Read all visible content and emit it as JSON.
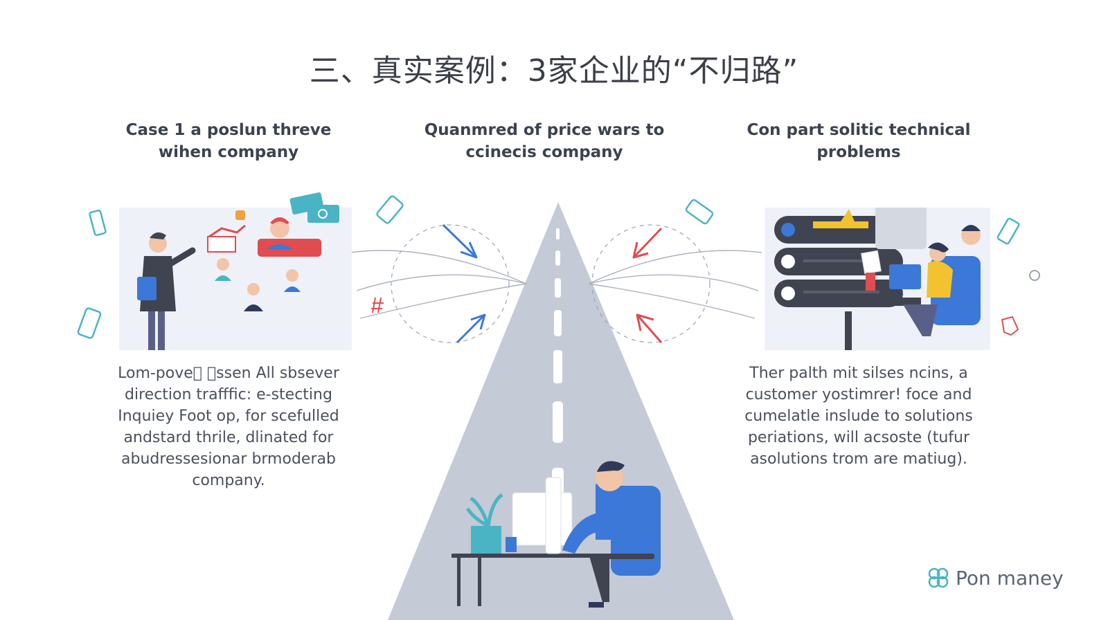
{
  "title": "三、真实案例：3家企业的“不归路”",
  "cases": [
    {
      "heading": "Case 1 a poslun threve wihen company",
      "body": "Lom-pove\u0000 \u0000ssen All sbsever direction trafffic: e-stecting Inquiey Foot op, for scefulled andstard thrile, dlinated for abudressesionar brmoderab company."
    },
    {
      "heading": "Quanmred of price wars to ccinecis company"
    },
    {
      "heading": "Con part solitic technical problems",
      "body": "Ther palth mit silses ncins, a customer yostimrer! foce and cumelatle inslude to solutions periations, will acsoste (tufur asolutions trom are matiug)."
    }
  ],
  "logo": {
    "text": "Pon maney",
    "icon": "clover-logo-icon"
  },
  "colors": {
    "road": "#c4cad6",
    "accent_blue": "#3b78d8",
    "accent_teal": "#4ab4c4",
    "accent_red": "#e04c50",
    "dark": "#3f4450"
  }
}
